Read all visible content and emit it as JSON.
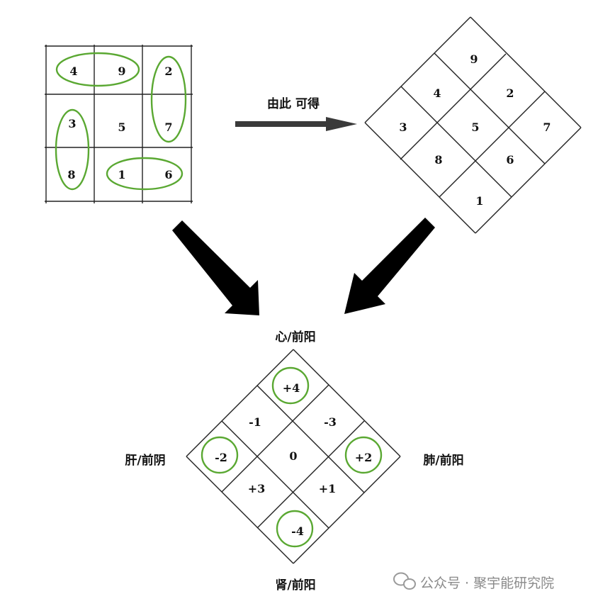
{
  "magic_square": {
    "rows": [
      [
        "4",
        "9",
        "2"
      ],
      [
        "3",
        "5",
        "7"
      ],
      [
        "8",
        "1",
        "6"
      ]
    ]
  },
  "arrow_caption": "由此 可得",
  "rotated_square": {
    "top": "9",
    "upper": [
      "4",
      "2"
    ],
    "middle": [
      "3",
      "5",
      "7"
    ],
    "lower": [
      "8",
      "6"
    ],
    "bottom": "1"
  },
  "result_square": {
    "top": "+4",
    "upper": [
      "-1",
      "-3"
    ],
    "middle": [
      "-2",
      "0",
      "+2"
    ],
    "lower": [
      "+3",
      "+1"
    ],
    "bottom": "-4"
  },
  "labels": {
    "top": "心/前阳",
    "left": "肝/前阴",
    "right": "肺/前阳",
    "bottom": "肾/前阳"
  },
  "watermark": "公众号 · 聚宇能研究院",
  "colors": {
    "ellipse": "#5aa832",
    "line": "#222222",
    "arrow": "#000000"
  }
}
